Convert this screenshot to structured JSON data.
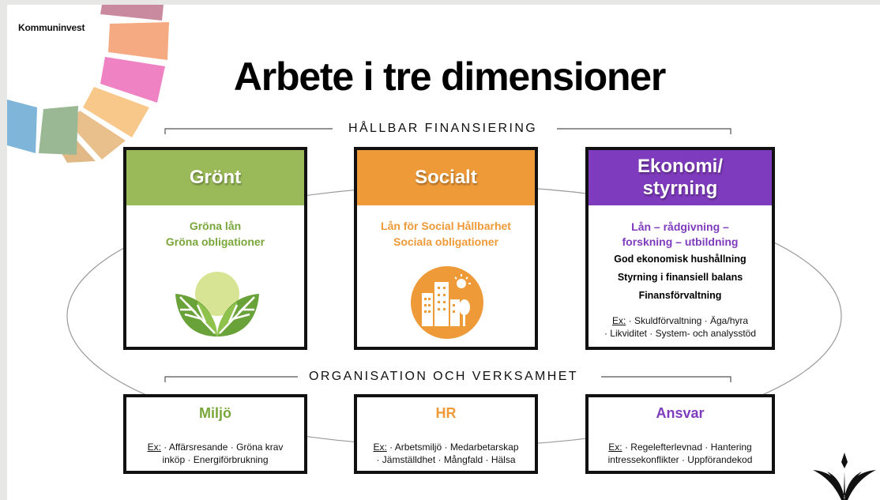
{
  "brand": "Kommuninvest",
  "title": "Arbete i tre dimensioner",
  "sections": {
    "top": "HÅLLBAR FINANSIERING",
    "bottom": "ORGANISATION OCH VERKSAMHET"
  },
  "colors": {
    "green": "#9aba59",
    "orange": "#ef9a38",
    "purple": "#7f3bbd",
    "green_text": "#79a63a",
    "orange_text": "#ef9a38",
    "purple_text": "#7f3bbd"
  },
  "cards": {
    "gront": {
      "title": "Grönt",
      "subtitle": "Gröna lån\nGröna obligationer",
      "icon": "green-leaves-icon"
    },
    "socialt": {
      "title": "Socialt",
      "subtitle": "Lån för Social Hållbarhet\nSociala obligationer",
      "icon": "city-sun-icon"
    },
    "ekonomi": {
      "title_line1": "Ekonomi/",
      "title_line2": "styrning",
      "subtitle": "Lån – rådgivning –\nforskning – utbildning",
      "items": [
        "God ekonomisk hushållning",
        "Styrning i finansiell balans",
        "Finansförvaltning"
      ],
      "ex_label": "Ex:",
      "ex_line1": " · Skuldförvaltning · Äga/hyra",
      "ex_line2": "· Likviditet · System- och analysstöd"
    }
  },
  "bottom_cards": {
    "miljo": {
      "title": "Miljö",
      "ex_label": "Ex:",
      "line1": " · Affärsresande · Gröna krav",
      "line2": "inköp · Energiförbrukning"
    },
    "hr": {
      "title": "HR",
      "ex_label": "Ex:",
      "line1": " · Arbetsmiljö · Medarbetarskap",
      "line2": "· Jämställdhet · Mångfald · Hälsa"
    },
    "ansvar": {
      "title": "Ansvar",
      "ex_label": "Ex:",
      "line1": " · Regelefterlevnad · Hantering",
      "line2": "intressekonflikter · Uppförandekod"
    }
  },
  "icons": {
    "wheel": "sdg-color-wheel-icon",
    "logo": "kommuninvest-logo-icon"
  }
}
